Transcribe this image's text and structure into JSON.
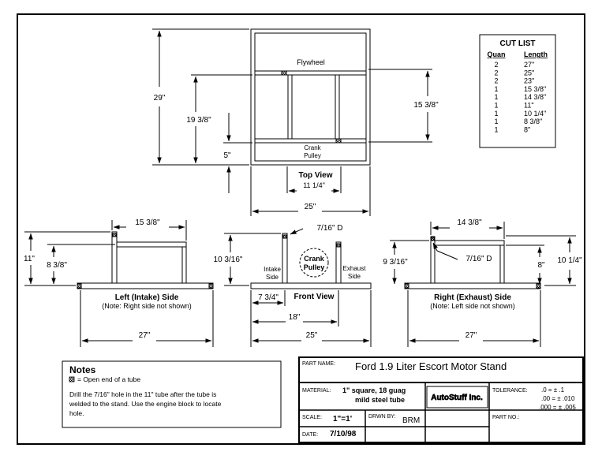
{
  "top_view": {
    "title": "Top View",
    "flywheel": "Flywheel",
    "crank_pulley": [
      "Crank",
      "Pulley"
    ],
    "dim_29": "29\"",
    "dim_19_38": "19 3/8\"",
    "dim_5": "5\"",
    "dim_15_38": "15 3/8\"",
    "dim_11_14": "11 1/4\"",
    "dim_25": "25\""
  },
  "cut_list": {
    "title": "CUT LIST",
    "col_quan": "Quan",
    "col_length": "Length",
    "rows": [
      {
        "quan": "2",
        "length": "27\""
      },
      {
        "quan": "2",
        "length": "25\""
      },
      {
        "quan": "2",
        "length": "23\""
      },
      {
        "quan": "1",
        "length": "15 3/8\""
      },
      {
        "quan": "1",
        "length": "14 3/8\""
      },
      {
        "quan": "1",
        "length": "11\""
      },
      {
        "quan": "1",
        "length": "10 1/4\""
      },
      {
        "quan": "1",
        "length": "8 3/8\""
      },
      {
        "quan": "1",
        "length": "8\""
      }
    ]
  },
  "left_view": {
    "title": "Left (Intake) Side",
    "note": "(Note: Right side not shown)",
    "dim_15_38": "15 3/8\"",
    "dim_11": "11\"",
    "dim_8_38": "8 3/8\"",
    "dim_27": "27\""
  },
  "front_view": {
    "title": "Front View",
    "hole": "7/16\" D",
    "dim_10_316": "10 3/16\"",
    "intake": [
      "Intake",
      "Side"
    ],
    "exhaust": [
      "Exhaust",
      "Side"
    ],
    "crank_pulley": [
      "Crank",
      "Pulley"
    ],
    "dim_7_34": "7 3/4\"",
    "dim_18": "18\"",
    "dim_25": "25\""
  },
  "right_view": {
    "title": "Right (Exhaust) Side",
    "note": "(Note: Left side not shown)",
    "dim_14_38": "14 3/8\"",
    "dim_9_316": "9 3/16\"",
    "hole": "7/16\" D",
    "dim_8": "8\"",
    "dim_10_14": "10 1/4\"",
    "dim_27": "27\""
  },
  "notes": {
    "title": "Notes",
    "legend": "= Open end of a tube",
    "lines": [
      "Drill the 7/16\" hole in the 11\" tube after the tube is",
      "welded to the stand. Use the engine block to locate",
      "hole."
    ]
  },
  "title_block": {
    "part_name_label": "PART NAME:",
    "part_name": "Ford 1.9 Liter Escort Motor Stand",
    "material_label": "MATERIAL:",
    "material_lines": [
      "1\" square, 18 guag",
      "mild steel tube"
    ],
    "company": "AutoStuff Inc.",
    "tolerance_label": "TOLERANCE:",
    "tolerance_lines": [
      ".0 = ± .1",
      ".00 = ± .010",
      ".000 = ± .005"
    ],
    "scale_label": "SCALE:",
    "scale": "1\"=1'",
    "drawn_by_label": "DRWN BY:",
    "drawn_by": "BRM",
    "part_no_label": "PART NO.:",
    "date_label": "DATE:",
    "date": "7/10/98"
  }
}
